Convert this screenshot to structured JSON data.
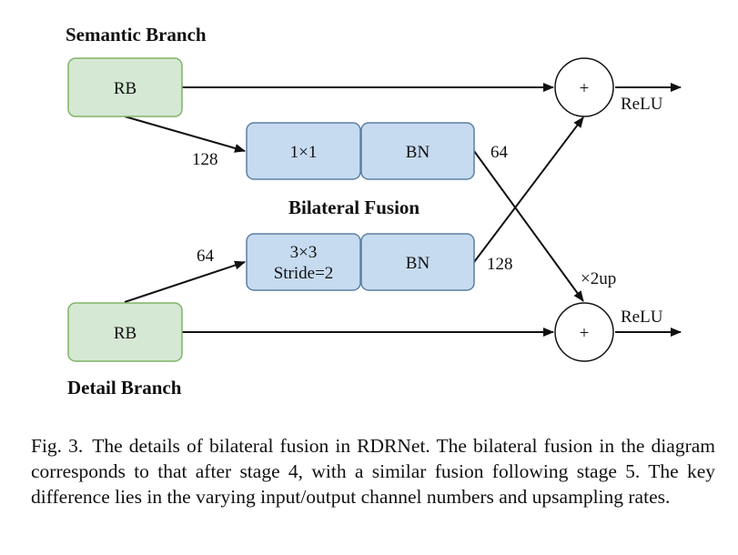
{
  "diagram": {
    "semantic_branch_title": "Semantic Branch",
    "detail_branch_title": "Detail Branch",
    "fusion_title": "Bilateral Fusion",
    "semantic_rb": "RB",
    "detail_rb": "RB",
    "conv1x1": "1×1",
    "bn_top": "BN",
    "conv3x3_line1": "3×3",
    "conv3x3_line2": "Stride=2",
    "bn_bottom": "BN",
    "plus_top": "+",
    "plus_bottom": "+",
    "relu_top": "ReLU",
    "relu_bottom": "ReLU",
    "label_128_top": "128",
    "label_64_top": "64",
    "label_64_bottom": "64",
    "label_128_bottom": "128",
    "label_upsample": "×2up",
    "colors": {
      "rb_fill": "#d5e8d4",
      "rb_stroke": "#82b366",
      "conv_fill": "#c6dbef",
      "conv_stroke": "#5b7fa6",
      "line": "#111111"
    }
  },
  "caption": {
    "label": "Fig. 3.",
    "text": "The details of bilateral fusion in RDRNet. The bilateral fusion in the diagram corresponds to that after stage 4, with a similar fusion following stage 5. The key difference lies in the varying input/output channel numbers and upsampling rates."
  }
}
